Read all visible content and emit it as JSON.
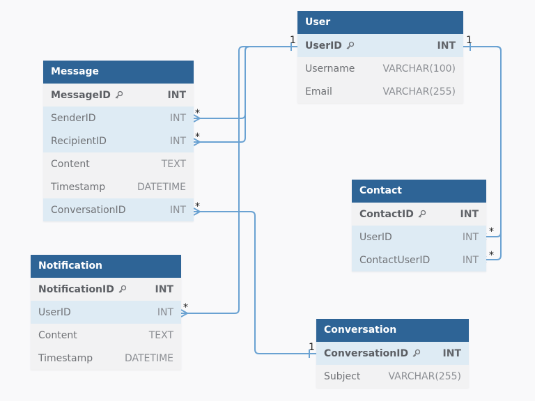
{
  "diagram": {
    "line_color": "#6aa2d2",
    "header_color": "#2e6496",
    "fk_row_color": "#deebf4",
    "tables": [
      {
        "name": "User",
        "fields": [
          {
            "name": "UserID",
            "type": "INT",
            "key": true
          },
          {
            "name": "Username",
            "type": "VARCHAR(100)"
          },
          {
            "name": "Email",
            "type": "VARCHAR(255)"
          }
        ]
      },
      {
        "name": "Message",
        "fields": [
          {
            "name": "MessageID",
            "type": "INT",
            "key": true
          },
          {
            "name": "SenderID",
            "type": "INT",
            "fk": true
          },
          {
            "name": "RecipientID",
            "type": "INT",
            "fk": true
          },
          {
            "name": "Content",
            "type": "TEXT"
          },
          {
            "name": "Timestamp",
            "type": "DATETIME"
          },
          {
            "name": "ConversationID",
            "type": "INT",
            "fk": true
          }
        ]
      },
      {
        "name": "Contact",
        "fields": [
          {
            "name": "ContactID",
            "type": "INT",
            "key": true
          },
          {
            "name": "UserID",
            "type": "INT",
            "fk": true
          },
          {
            "name": "ContactUserID",
            "type": "INT",
            "fk": true
          }
        ]
      },
      {
        "name": "Notification",
        "fields": [
          {
            "name": "NotificationID",
            "type": "INT",
            "key": true
          },
          {
            "name": "UserID",
            "type": "INT",
            "fk": true
          },
          {
            "name": "Content",
            "type": "TEXT"
          },
          {
            "name": "Timestamp",
            "type": "DATETIME"
          }
        ]
      },
      {
        "name": "Conversation",
        "fields": [
          {
            "name": "ConversationID",
            "type": "INT",
            "key": true
          },
          {
            "name": "Subject",
            "type": "VARCHAR(255)"
          }
        ]
      }
    ],
    "relationships": [
      {
        "from": "Message.SenderID",
        "to": "User.UserID",
        "from_card": "*",
        "to_card": "1"
      },
      {
        "from": "Message.RecipientID",
        "to": "User.UserID",
        "from_card": "*",
        "to_card": "1"
      },
      {
        "from": "Notification.UserID",
        "to": "User.UserID",
        "from_card": "*",
        "to_card": "1"
      },
      {
        "from": "Contact.UserID",
        "to": "User.UserID",
        "from_card": "*",
        "to_card": "1"
      },
      {
        "from": "Contact.ContactUserID",
        "to": "User.UserID",
        "from_card": "*",
        "to_card": "1"
      },
      {
        "from": "Message.ConversationID",
        "to": "Conversation.ConversationID",
        "from_card": "*",
        "to_card": "1"
      }
    ]
  }
}
